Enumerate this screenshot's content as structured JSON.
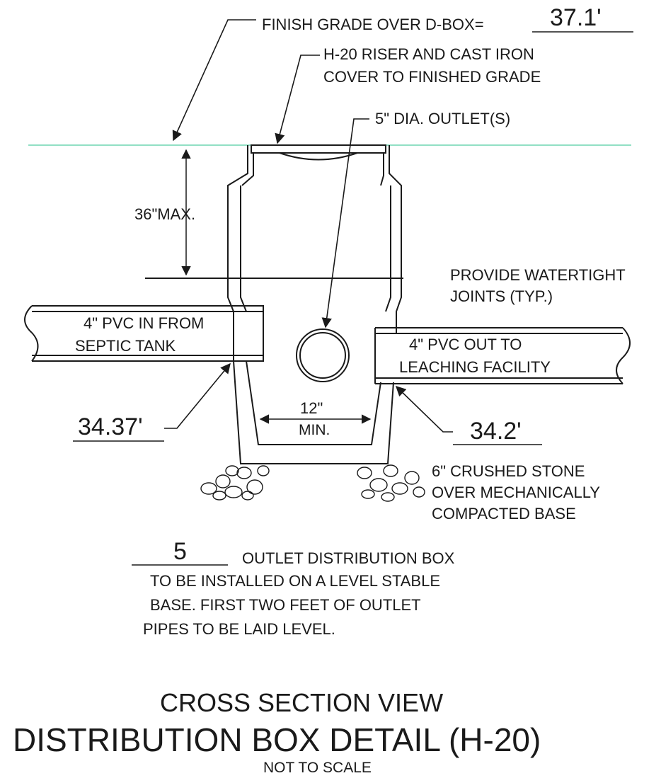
{
  "finish_grade": {
    "label": "FINISH GRADE OVER D-BOX=",
    "value": "37.1'"
  },
  "riser_note": {
    "line1": "H-20 RISER AND CAST IRON",
    "line2": "COVER TO FINISHED GRADE"
  },
  "outlet_note": "5\" DIA. OUTLET(S)",
  "depth_max": "36\"MAX.",
  "watertight_note": {
    "line1": "PROVIDE WATERTIGHT",
    "line2": "JOINTS (TYP.)"
  },
  "inlet_pipe": {
    "line1": "4\" PVC IN FROM",
    "line2": "SEPTIC TANK",
    "invert": "34.37'"
  },
  "outlet_pipe": {
    "line1": "4\" PVC OUT TO",
    "line2": "LEACHING FACILITY",
    "invert": "34.2'"
  },
  "clearance": {
    "line1": "12\"",
    "line2": "MIN."
  },
  "stone_note": {
    "line1": "6\" CRUSHED STONE",
    "line2": "OVER MECHANICALLY",
    "line3": "COMPACTED BASE"
  },
  "box_note": {
    "count": "5",
    "line1": "OUTLET DISTRIBUTION BOX",
    "line2": "TO BE INSTALLED ON A LEVEL STABLE",
    "line3": "BASE.  FIRST TWO FEET OF OUTLET",
    "line4": "PIPES TO BE LAID LEVEL."
  },
  "title": {
    "view": "CROSS SECTION VIEW",
    "main": "DISTRIBUTION BOX DETAIL (H-20)",
    "scale": "NOT TO SCALE"
  },
  "colors": {
    "grade_line": "#6fd6b0",
    "ink": "#1a1a1a"
  }
}
